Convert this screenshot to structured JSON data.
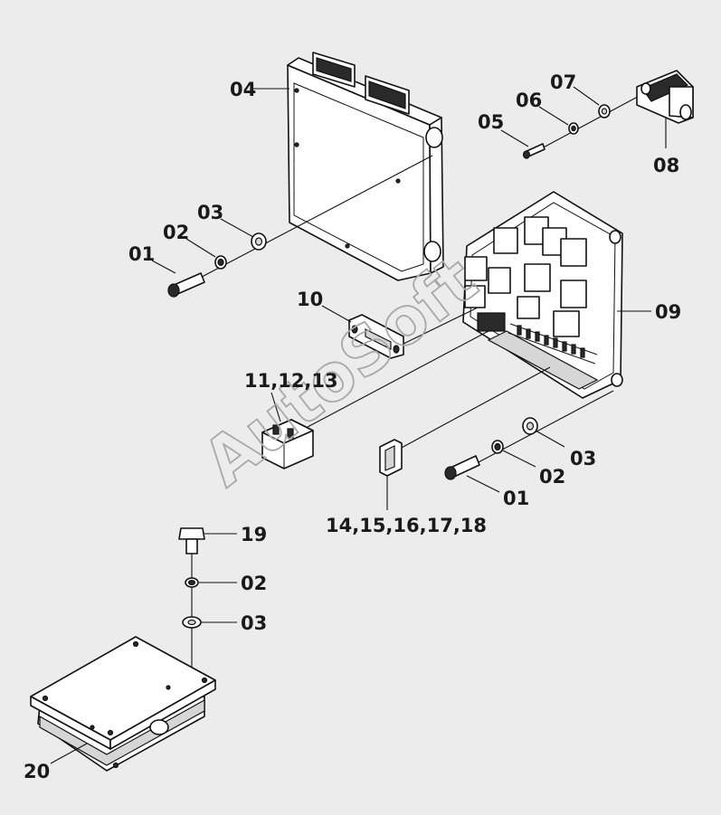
{
  "watermark": "AutoSoft",
  "callouts": {
    "c01_top": "01",
    "c02_top": "02",
    "c03_top": "03",
    "c04": "04",
    "c05": "05",
    "c06": "06",
    "c07": "07",
    "c08": "08",
    "c09": "09",
    "c10": "10",
    "c11_13": "11,12,13",
    "c14_18": "14,15,16,17,18",
    "c03_right": "03",
    "c02_right": "02",
    "c01_right": "01",
    "c19": "19",
    "c02_bottom": "02",
    "c03_bottom": "03",
    "c20": "20"
  },
  "colors": {
    "background": "#ececec",
    "line": "#111111",
    "watermark": "#a8a8a8"
  }
}
